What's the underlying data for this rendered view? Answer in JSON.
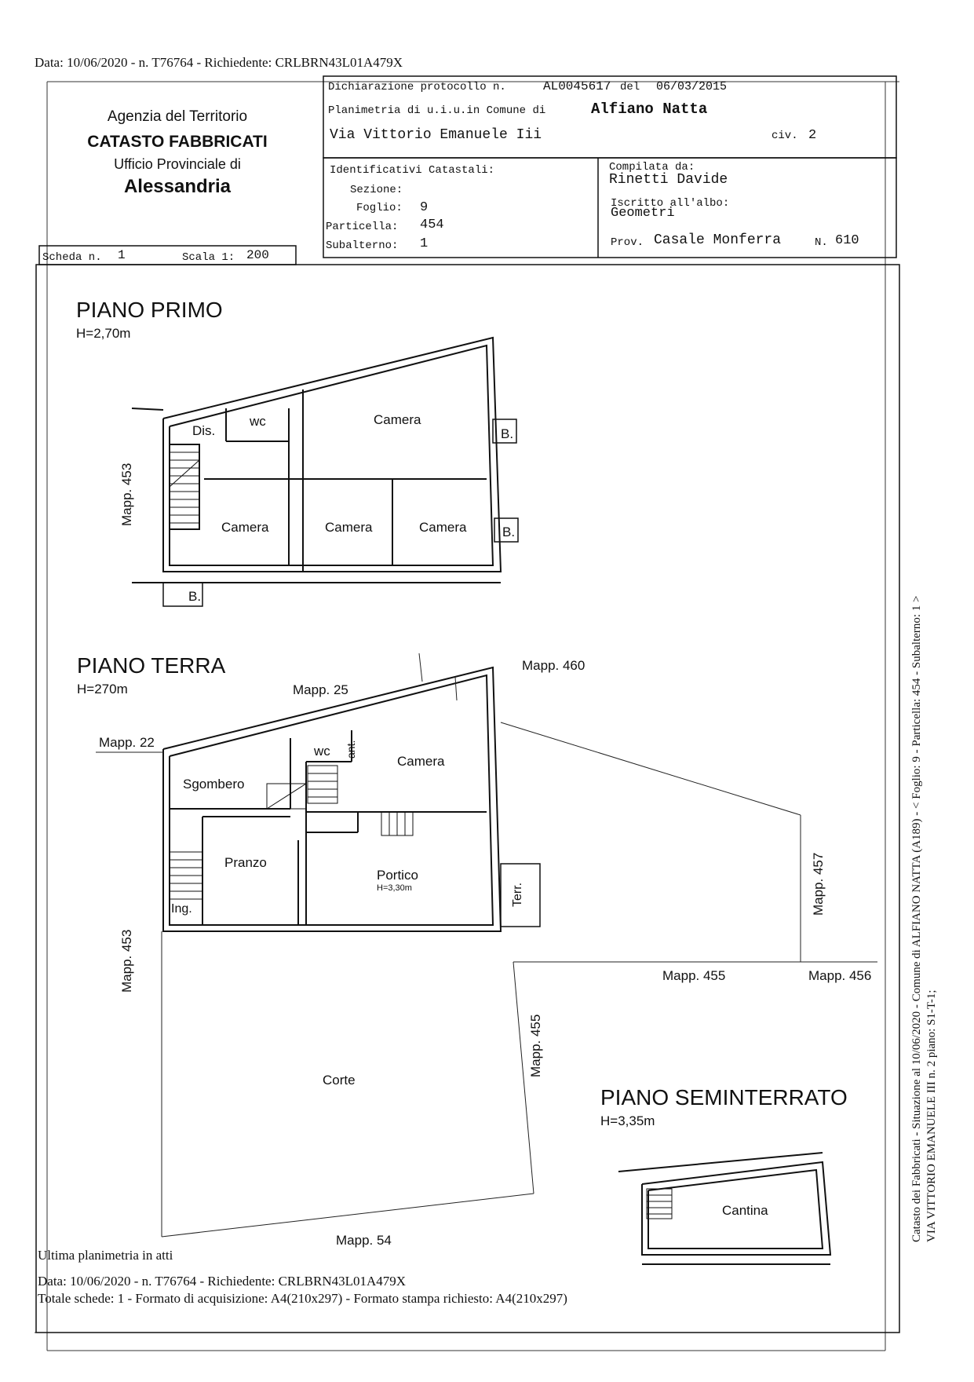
{
  "top_line": "Data: 10/06/2020 - n. T76764 - Richiedente: CRLBRN43L01A479X",
  "agency": {
    "line1": "Agenzia del Territorio",
    "line2": "CATASTO FABBRICATI",
    "line3": "Ufficio Provinciale di",
    "line4": "Alessandria"
  },
  "header": {
    "declaration_label": "Dichiarazione protocollo n.",
    "declaration_number": "AL0045617",
    "declaration_del": "del",
    "declaration_date": "06/03/2015",
    "plan_label": "Planimetria di u.i.u.in Comune di",
    "comune": "Alfiano Natta",
    "street": "Via Vittorio Emanuele Iii",
    "civ_label": "civ.",
    "civ": "2"
  },
  "identifiers": {
    "title": "Identificativi Catastali:",
    "sezione_label": "Sezione:",
    "sezione": "",
    "foglio_label": "Foglio:",
    "foglio": "9",
    "particella_label": "Particella:",
    "particella": "454",
    "subalterno_label": "Subalterno:",
    "subalterno": "1"
  },
  "compiler": {
    "compiled_label": "Compilata da:",
    "name": "Rinetti Davide",
    "albo_label": "Iscritto all'albo:",
    "albo": "Geometri",
    "prov_label": "Prov.",
    "prov": "Casale Monferra",
    "n_label": "N.",
    "n": "610"
  },
  "scheda": {
    "scheda_label": "Scheda n.",
    "scheda": "1",
    "scala_label": "Scala 1:",
    "scala": "200"
  },
  "floors": {
    "primo": {
      "title": "PIANO PRIMO",
      "height": "H=2,70m"
    },
    "terra": {
      "title": "PIANO TERRA",
      "height": "H=270m"
    },
    "seminterrato": {
      "title": "PIANO SEMINTERRATO",
      "height": "H=3,35m"
    }
  },
  "rooms_primo": {
    "dis": "Dis.",
    "wc": "wc",
    "camera_top": "Camera",
    "balcony_1": "B.",
    "camera_left": "Camera",
    "camera_mid": "Camera",
    "camera_right": "Camera",
    "balcony_2": "B.",
    "balcony_3": "B.",
    "mapp_453": "Mapp. 453"
  },
  "rooms_terra": {
    "sgombero": "Sgombero",
    "wc": "wc",
    "ant": "ant.",
    "camera": "Camera",
    "pranzo": "Pranzo",
    "portico": "Portico",
    "portico_h": "H=3,30m",
    "ing": "Ing.",
    "terr": "Terr.",
    "corte": "Corte",
    "mapp_22": "Mapp. 22",
    "mapp_25": "Mapp. 25",
    "mapp_460": "Mapp. 460",
    "mapp_453": "Mapp. 453",
    "mapp_457": "Mapp. 457",
    "mapp_455_h": "Mapp. 455",
    "mapp_456": "Mapp. 456",
    "mapp_455_v": "Mapp. 455",
    "mapp_54": "Mapp. 54"
  },
  "rooms_semi": {
    "cantina": "Cantina"
  },
  "side_vertical": {
    "line1": "Catasto dei Fabbricati - Situazione al 10/06/2020 - Comune di ALFIANO NATTA (A189) - < Foglio: 9 - Particella: 454 - Subalterno: 1 >",
    "line2": "VIA VITTORIO EMANUELE III n. 2 piano: S1-T-1;"
  },
  "footer": {
    "last_plan": "Ultima planimetria in atti",
    "data_line": "Data: 10/06/2020 - n. T76764 - Richiedente: CRLBRN43L01A479X",
    "totale_line": "Totale schede: 1 - Formato di acquisizione: A4(210x297)  - Formato stampa richiesto: A4(210x297)"
  }
}
